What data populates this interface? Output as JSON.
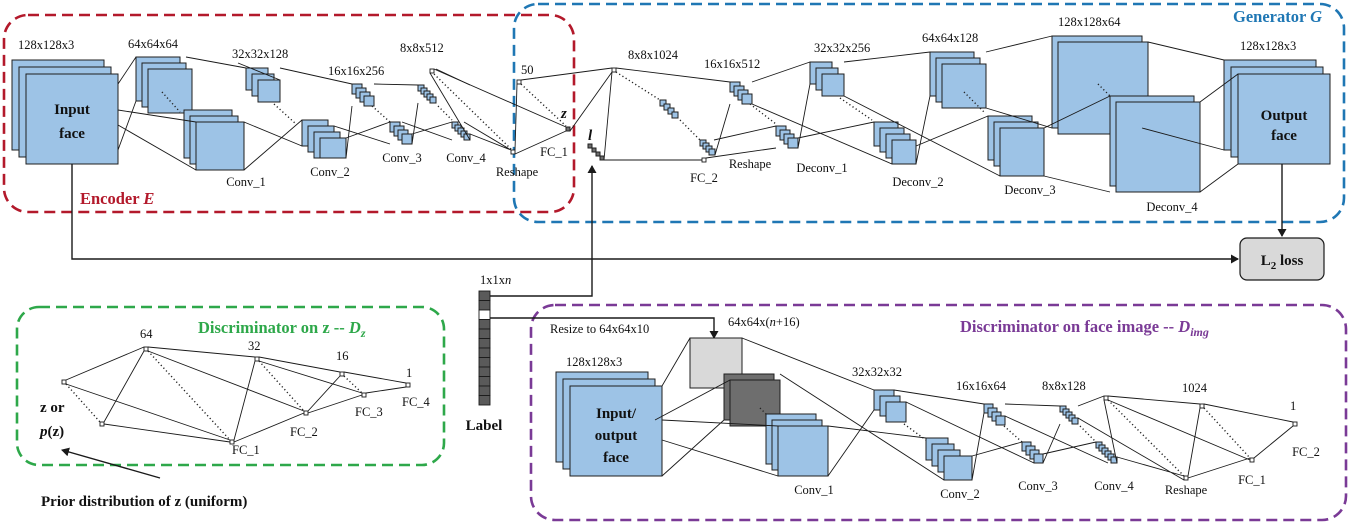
{
  "regions": {
    "encoder": {
      "prefix": "Encoder ",
      "symbol": "E",
      "color": "#b3192b"
    },
    "generator": {
      "prefix": "Generator ",
      "symbol": "G",
      "color": "#1f77b4"
    },
    "dz": {
      "prefix": "Discriminator on z -- ",
      "symbol": "D",
      "sub": "z",
      "color": "#2ea84a"
    },
    "dimg": {
      "prefix": "Discriminator on face image -- ",
      "symbol": "D",
      "sub": "img",
      "color": "#7a3a96"
    }
  },
  "encoder": {
    "input_label_1": "Input",
    "input_label_2": "face",
    "dims": [
      "128x128x3",
      "64x64x64",
      "32x32x128",
      "16x16x256",
      "8x8x512"
    ],
    "layers": [
      "Conv_1",
      "Conv_2",
      "Conv_3",
      "Conv_4",
      "Reshape"
    ]
  },
  "latent": {
    "dim": "50",
    "fc_label": "FC_1",
    "z_symbol": "z",
    "l_symbol": "l"
  },
  "generator": {
    "dims": [
      "8x8x1024",
      "16x16x512",
      "32x32x256",
      "64x64x128",
      "128x128x64",
      "128x128x3"
    ],
    "layers": [
      "FC_2",
      "Reshape",
      "Deconv_1",
      "Deconv_2",
      "Deconv_3",
      "Deconv_4"
    ],
    "output_label_1": "Output",
    "output_label_2": "face"
  },
  "loss": {
    "prefix": "L",
    "sub": "2",
    "suffix": " loss"
  },
  "label_vector": {
    "dim_prefix": "1x1x",
    "dim_var": "n",
    "label": "Label"
  },
  "dz": {
    "dims": [
      "64",
      "32",
      "16",
      "1"
    ],
    "layers": [
      "FC_1",
      "FC_2",
      "FC_3",
      "FC_4"
    ],
    "input_1": "z or",
    "input_2_var": "p",
    "input_2_rest": "(z)",
    "prior_note": "Prior distribution of z (uniform)"
  },
  "dimg": {
    "resize_note": "Resize to 64x64x10",
    "concat_dim_prefix": "64x64x(",
    "concat_dim_var": "n",
    "concat_dim_suffix": "+16)",
    "input_dim": "128x128x3",
    "input_label_1": "Input/",
    "input_label_2": "output",
    "input_label_3": "face",
    "dims": [
      "32x32x32",
      "16x16x64",
      "8x8x128",
      "1024",
      "1"
    ],
    "layers": [
      "Conv_1",
      "Conv_2",
      "Conv_3",
      "Conv_4",
      "Reshape",
      "FC_1",
      "FC_2"
    ]
  }
}
